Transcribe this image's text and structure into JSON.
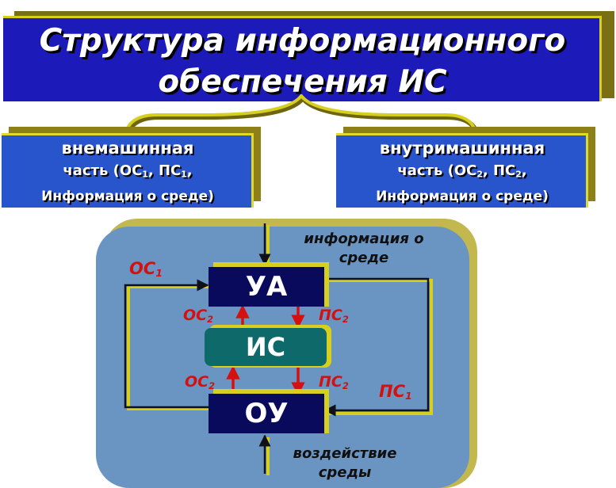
{
  "title": {
    "line1": "Структура информационного",
    "line2": "обеспечения ИС"
  },
  "left_part": {
    "line1": "внемашинная",
    "line2_prefix": "часть (ОС",
    "line2_sub1": "1",
    "line2_mid": ", ПС",
    "line2_sub2": "1",
    "line2_suffix": ",",
    "line3": "Информация о среде)"
  },
  "right_part": {
    "line1": "внутримашинная",
    "line2_prefix": "часть (ОС",
    "line2_sub1": "2",
    "line2_mid": ", ПС",
    "line2_sub2": "2",
    "line2_suffix": ",",
    "line3": "Информация о среде)"
  },
  "scheme": {
    "ua": "УА",
    "is": "ИС",
    "ou": "ОУ",
    "env_info": {
      "line1": "информация о",
      "line2": "среде"
    },
    "env_effect": {
      "line1": "воздействие",
      "line2": "среды"
    },
    "os1": {
      "base": "ОС",
      "sub": "1"
    },
    "ps1": {
      "base": "ПС",
      "sub": "1"
    },
    "os2_top": {
      "base": "ОС",
      "sub": "2"
    },
    "ps2_top": {
      "base": "ПС",
      "sub": "2"
    },
    "os2_bottom": {
      "base": "ОС",
      "sub": "2"
    },
    "ps2_bottom": {
      "base": "ПС",
      "sub": "2"
    }
  },
  "colors": {
    "title_bg": "#1c1ab8",
    "part_bg": "#2854cc",
    "panel_bg": "#6a95c3",
    "block_bg": "#0a0a5c",
    "is_bg": "#0e6a6a",
    "accent": "#d7cf1e",
    "arrow_red": "#d41010"
  }
}
